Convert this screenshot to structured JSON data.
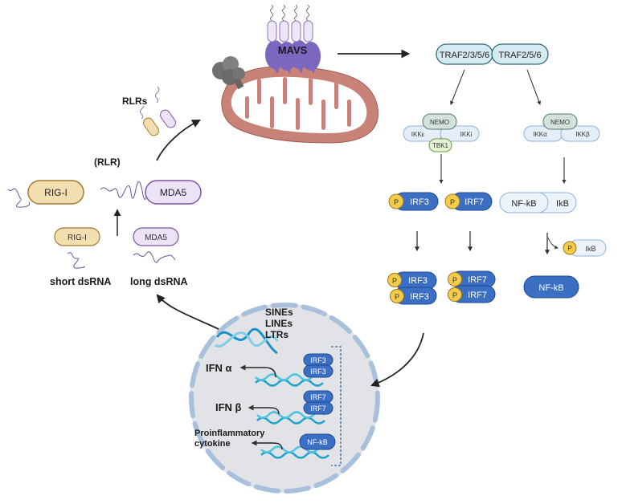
{
  "diagram": {
    "title": "RLR–MAVS innate immune signaling pathway",
    "labels": {
      "rlrs": "RLRs",
      "rlr": "(RLR)",
      "mavs": "MAVS",
      "short_dsrna": "short dsRNA",
      "long_dsrna": "long dsRNA",
      "sines": "SINEs",
      "lines": "LINEs",
      "ltrs": "LTRs",
      "ifn_alpha": "IFN α",
      "ifn_beta": "IFN β",
      "proinflammatory_1": "Proinflammatory",
      "proinflammatory_2": "cytokine"
    },
    "sensors": {
      "rig_i": "RIG-I",
      "mda5": "MDA5"
    },
    "traf": [
      "TRAF2/3/5/6",
      "TRAF2/5/6"
    ],
    "ikk_left": {
      "nemo": "NEMO",
      "a": "IKKε",
      "b": "IKKi",
      "tbk1": "TBK1"
    },
    "ikk_right": {
      "nemo": "NEMO",
      "a": "IKKα",
      "b": "IKKβ"
    },
    "phospho": "P",
    "irf3": "IRF3",
    "irf7": "IRF7",
    "nfkb": "NF-kB",
    "ikb": "IkB",
    "colors": {
      "rig_fill": "#f3deb0",
      "rig_stroke": "#a07a33",
      "mda_fill": "#ece3f7",
      "mda_stroke": "#7d55a8",
      "mito": "#c98278",
      "mavs": "#6e5bb0",
      "traf_fill": "#d6ebf1",
      "traf_stroke": "#2f6b7c",
      "irf_fill": "#3a6fc4",
      "irf_stroke": "#1f4a8f",
      "phos_fill": "#f3cc4a",
      "nucleus": "#e2e3e6",
      "membrane": "#a9c0dd",
      "dna1": "#1fa3d0",
      "dna2": "#4fc3df"
    }
  }
}
